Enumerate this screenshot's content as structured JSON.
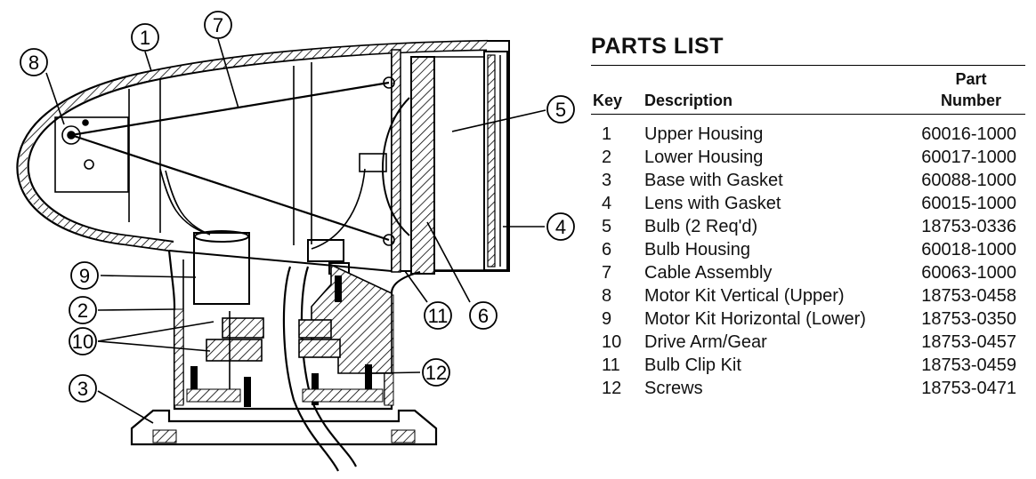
{
  "diagram": {
    "callouts": [
      "1",
      "2",
      "3",
      "4",
      "5",
      "6",
      "7",
      "8",
      "9",
      "10",
      "11",
      "12"
    ]
  },
  "parts_list": {
    "title": "PARTS LIST",
    "headers": {
      "key": "Key",
      "description": "Description",
      "part_line1": "Part",
      "part_line2": "Number"
    },
    "rows": [
      {
        "key": "1",
        "description": "Upper Housing",
        "part_number": "60016-1000"
      },
      {
        "key": "2",
        "description": "Lower Housing",
        "part_number": "60017-1000"
      },
      {
        "key": "3",
        "description": "Base with Gasket",
        "part_number": "60088-1000"
      },
      {
        "key": "4",
        "description": "Lens with Gasket",
        "part_number": "60015-1000"
      },
      {
        "key": "5",
        "description": "Bulb (2 Req'd)",
        "part_number": "18753-0336"
      },
      {
        "key": "6",
        "description": "Bulb Housing",
        "part_number": "60018-1000"
      },
      {
        "key": "7",
        "description": "Cable Assembly",
        "part_number": "60063-1000"
      },
      {
        "key": "8",
        "description": "Motor Kit Vertical (Upper)",
        "part_number": "18753-0458"
      },
      {
        "key": "9",
        "description": "Motor Kit Horizontal (Lower)",
        "part_number": "18753-0350"
      },
      {
        "key": "10",
        "description": "Drive Arm/Gear",
        "part_number": "18753-0457"
      },
      {
        "key": "11",
        "description": "Bulb Clip Kit",
        "part_number": "18753-0459"
      },
      {
        "key": "12",
        "description": "Screws",
        "part_number": "18753-0471"
      }
    ]
  }
}
